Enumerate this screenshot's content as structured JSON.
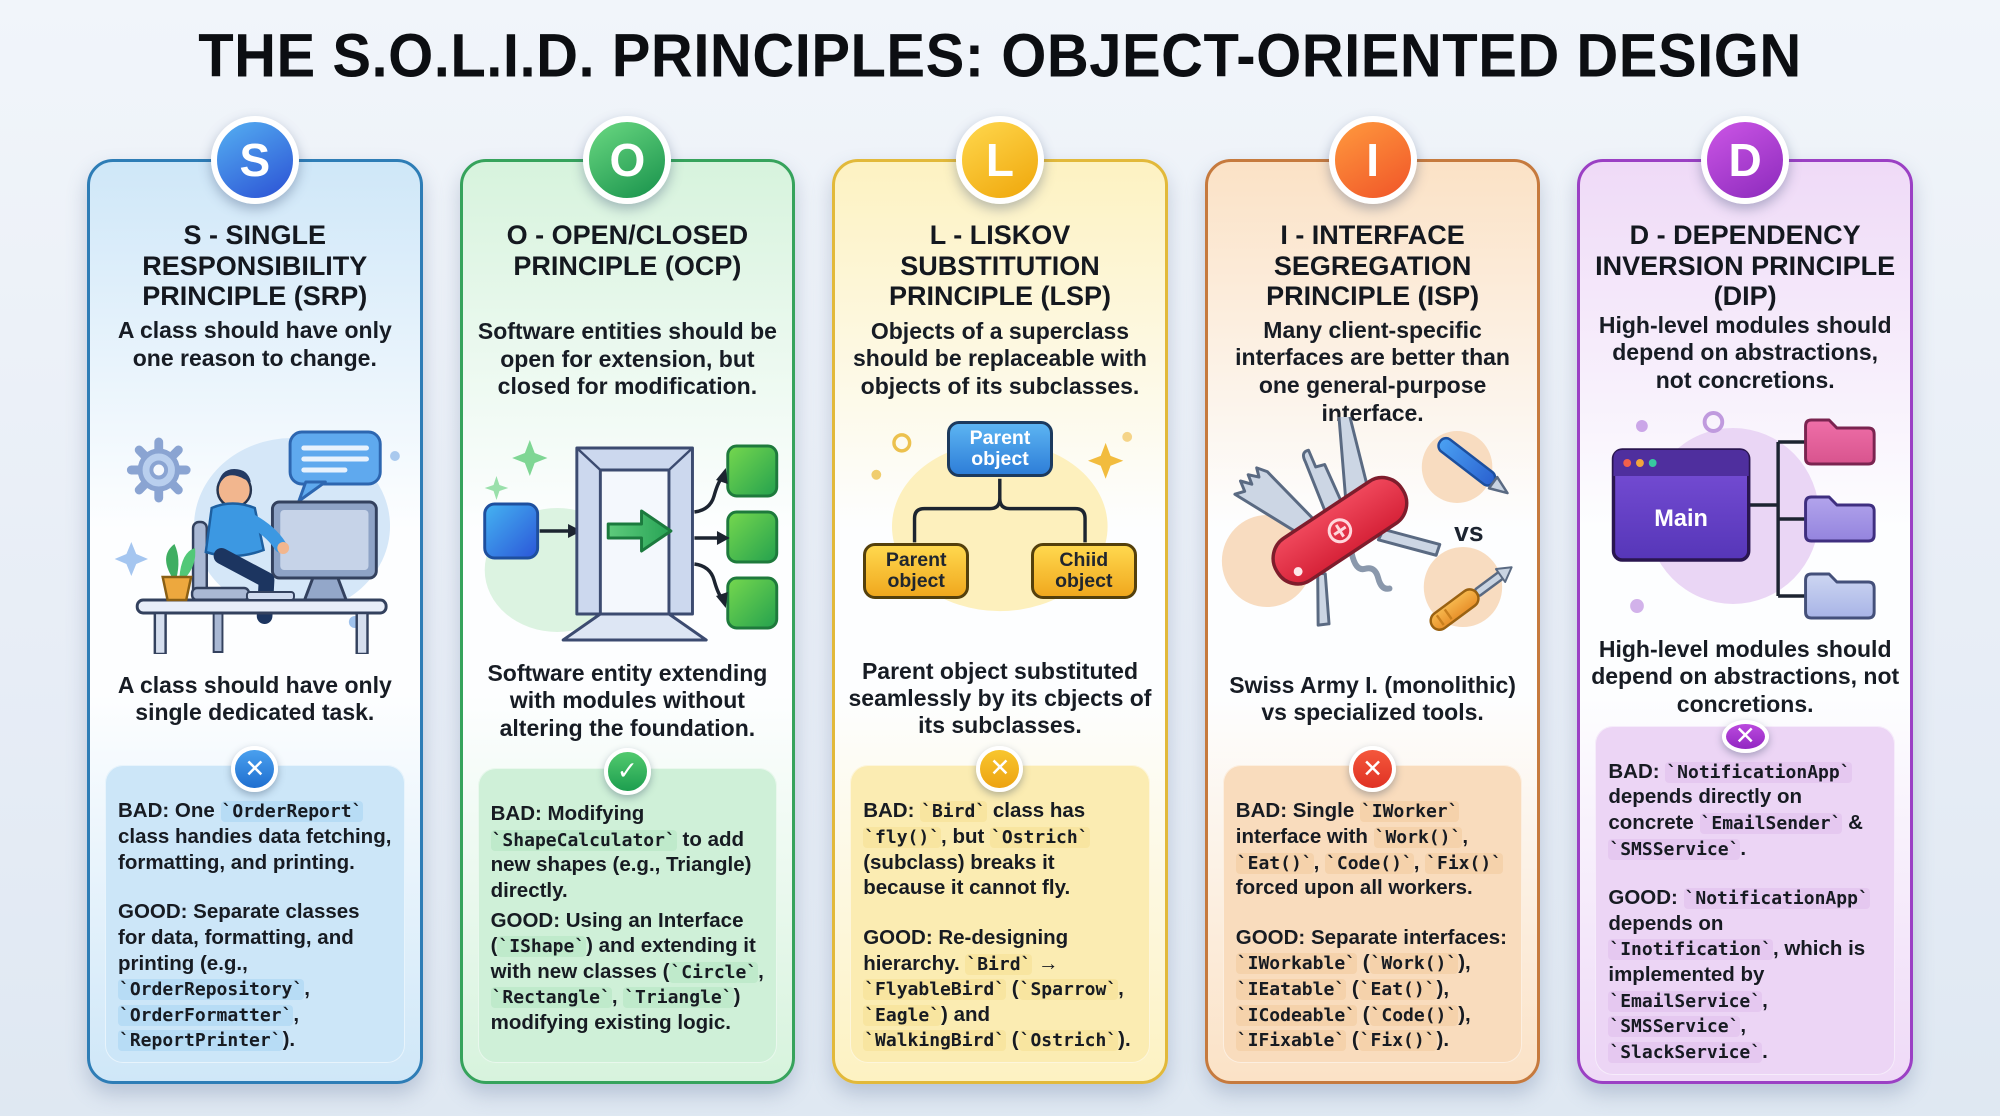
{
  "title": "THE S.O.L.I.D. PRINCIPLES: OBJECT-ORIENTED DESIGN",
  "cards": [
    {
      "letter": "S",
      "heading": "S - SINGLE RESPONSIBILITY PRINCIPLE (SRP)",
      "definition": "A class should have only one reason to change.",
      "caption": "A class should have only single dedicated task.",
      "verdict_glyph": "✕",
      "bad": "BAD: One `OrderReport` class handies data fetching, formatting, and printing.",
      "good": "GOOD: Separate classes for data, formatting, and printing (e.g., `OrderRepository`, `OrderFormatter`, `ReportPrinter`).",
      "colors": {
        "accent": "#2e7db6",
        "tint": "#cfe7f8",
        "box": "#cce6f8",
        "code": "#b7dcf5",
        "badge1": "#55b0f2",
        "badge2": "#2b50d4",
        "verdict1": "#4aa0ee",
        "verdict2": "#1f6fd0"
      }
    },
    {
      "letter": "O",
      "heading": "O - OPEN/CLOSED PRINCIPLE (OCP)",
      "definition": "Software entities should be open for extension, but closed for modification.",
      "caption": "Software entity extending with modules without altering the foundation.",
      "verdict_glyph": "✓",
      "bad": "BAD: Modifying `ShapeCalculator` to add new shapes (e.g., Triangle) directly.",
      "good": "GOOD: Using an Interface (`IShape`) and extending it with new classes (`Circle`, `Rectangle`, `Triangle`) modifying existing logic.",
      "colors": {
        "accent": "#36a35c",
        "tint": "#d7f3dd",
        "box": "#cff0d8",
        "code": "#bfeacb",
        "badge1": "#6bd982",
        "badge2": "#17914b",
        "verdict1": "#52ca6e",
        "verdict2": "#1d9e4f"
      }
    },
    {
      "letter": "L",
      "heading": "L - LISKOV SUBSTITUTION PRINCIPLE (LSP)",
      "definition": "Objects of a superclass should be replaceable with objects of its subclasses.",
      "caption": "Parent object substituted seamlessly by its cbjects of its subclasses.",
      "verdict_glyph": "✕",
      "bad": "BAD: `Bird` class has `fly()`, but `Ostrich` (subclass) breaks it because it cannot fly.",
      "good": "GOOD: Re-designing hierarchy. `Bird` → `FlyableBird` (`Sparrow`, `Eagle`) and `WalkingBird` (`Ostrich`).",
      "illustration": {
        "parent_label": "Parent object",
        "left_label": "Parent object",
        "right_label": "Chiid object"
      },
      "colors": {
        "accent": "#e2b93a",
        "tint": "#fdf2c2",
        "box": "#fbecb2",
        "code": "#f8e5a0",
        "badge1": "#ffd84e",
        "badge2": "#efa60a",
        "verdict1": "#f8c62e",
        "verdict2": "#eda312"
      }
    },
    {
      "letter": "I",
      "heading": "I - INTERFACE SEGREGATION PRINCIPLE (ISP)",
      "definition": "Many client-specific interfaces are better than one general-purpose interface.",
      "caption": "Swiss Army I. (monolithic) vs specialized tools.",
      "verdict_glyph": "✕",
      "bad": "BAD: Single `IWorker` interface with `Work()`, `Eat()`, `Code()`, `Fix()` forced upon all workers.",
      "good": "GOOD: Separate interfaces: `IWorkable` (`Work()`), `IEatable` (`Eat()`), `ICodeable` (`Code()`), `IFixable` (`Fix()`).",
      "illustration": {
        "vs_label": "vs"
      },
      "colors": {
        "accent": "#c67a3e",
        "tint": "#fbe2c6",
        "box": "#f9dcbd",
        "code": "#f5d2ab",
        "badge1": "#ff9a3e",
        "badge2": "#f05428",
        "verdict1": "#f4573c",
        "verdict2": "#e03224"
      }
    },
    {
      "letter": "D",
      "heading": "D - DEPENDENCY INVERSION PRINCIPLE (DIP)",
      "definition": "High-level modules should depend on abstractions, not concretions.",
      "caption": "High-level modules should depend on abstractions, not concretions.",
      "verdict_glyph": "✕",
      "bad": "BAD: `NotificationApp` depends directly on concrete `EmailSender` & `SMSService`.",
      "good": "GOOD: `NotificationApp` depends on `Inotification`, which is implemented by `EmailService`, `SMSService`, `SlackService`.",
      "illustration": {
        "window_label": "Main"
      },
      "colors": {
        "accent": "#9b40c4",
        "tint": "#efdaf7",
        "box": "#ecd5f5",
        "code": "#e5c8f0",
        "badge1": "#cc56e6",
        "badge2": "#8c2abc",
        "verdict1": "#bb4ade",
        "verdict2": "#9227c2"
      }
    }
  ]
}
